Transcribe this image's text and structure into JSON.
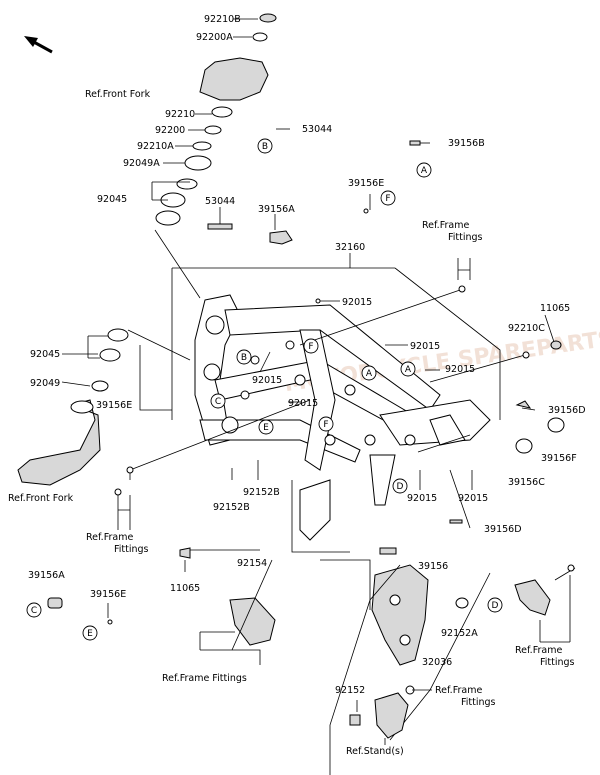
{
  "watermark": "MOTORCYCLE SPAREPARTS",
  "labels": {
    "p92210B": "92210B",
    "p92200A": "92200A",
    "ref_front_fork_top": "Ref.Front Fork",
    "p92210": "92210",
    "p92200": "92200",
    "p92210A": "92210A",
    "p92049A": "92049A",
    "p92045_top": "92045",
    "p53044_b": "53044",
    "p53044_a": "53044",
    "p39156B": "39156B",
    "p39156E_top": "39156E",
    "p39156A_top": "39156A",
    "p32160": "32160",
    "ref_frame_fittings_tr": "Ref.Frame\nFittings",
    "p11065_r": "11065",
    "p92210C": "92210C",
    "p92015_1": "92015",
    "p92015_2": "92015",
    "p92015_3": "92015",
    "p92015_4": "92015",
    "p92015_5": "92015",
    "p92015_6": "92015",
    "p92015_7": "92015",
    "p39156D_1": "39156D",
    "p39156F": "39156F",
    "p39156C": "39156C",
    "p39156D_2": "39156D",
    "p92045_left": "92045",
    "p92049": "92049",
    "p39156E_mid": "39156E",
    "ref_front_fork_bottom": "Ref.Front Fork",
    "p92152B_1": "92152B",
    "p92152B_2": "92152B",
    "ref_frame_fittings_left": "Ref.Frame\nFittings",
    "p11065_l": "11065",
    "p92154": "92154",
    "p39156": "39156",
    "p92152A": "92152A",
    "p32036": "32036",
    "p39156A_bottom": "39156A",
    "p39156E_bottom": "39156E",
    "ref_frame_fittings_bottom": "Ref.Frame Fittings",
    "ref_frame_fittings_br": "Ref.Frame\nFittings",
    "p92152": "92152",
    "ref_frame_fittings_bottom2": "Ref.Frame\nFittings",
    "ref_stands": "Ref.Stand(s)"
  },
  "markers": {
    "A": "A",
    "B": "B",
    "C": "C",
    "D": "D",
    "E": "E",
    "F": "F"
  }
}
